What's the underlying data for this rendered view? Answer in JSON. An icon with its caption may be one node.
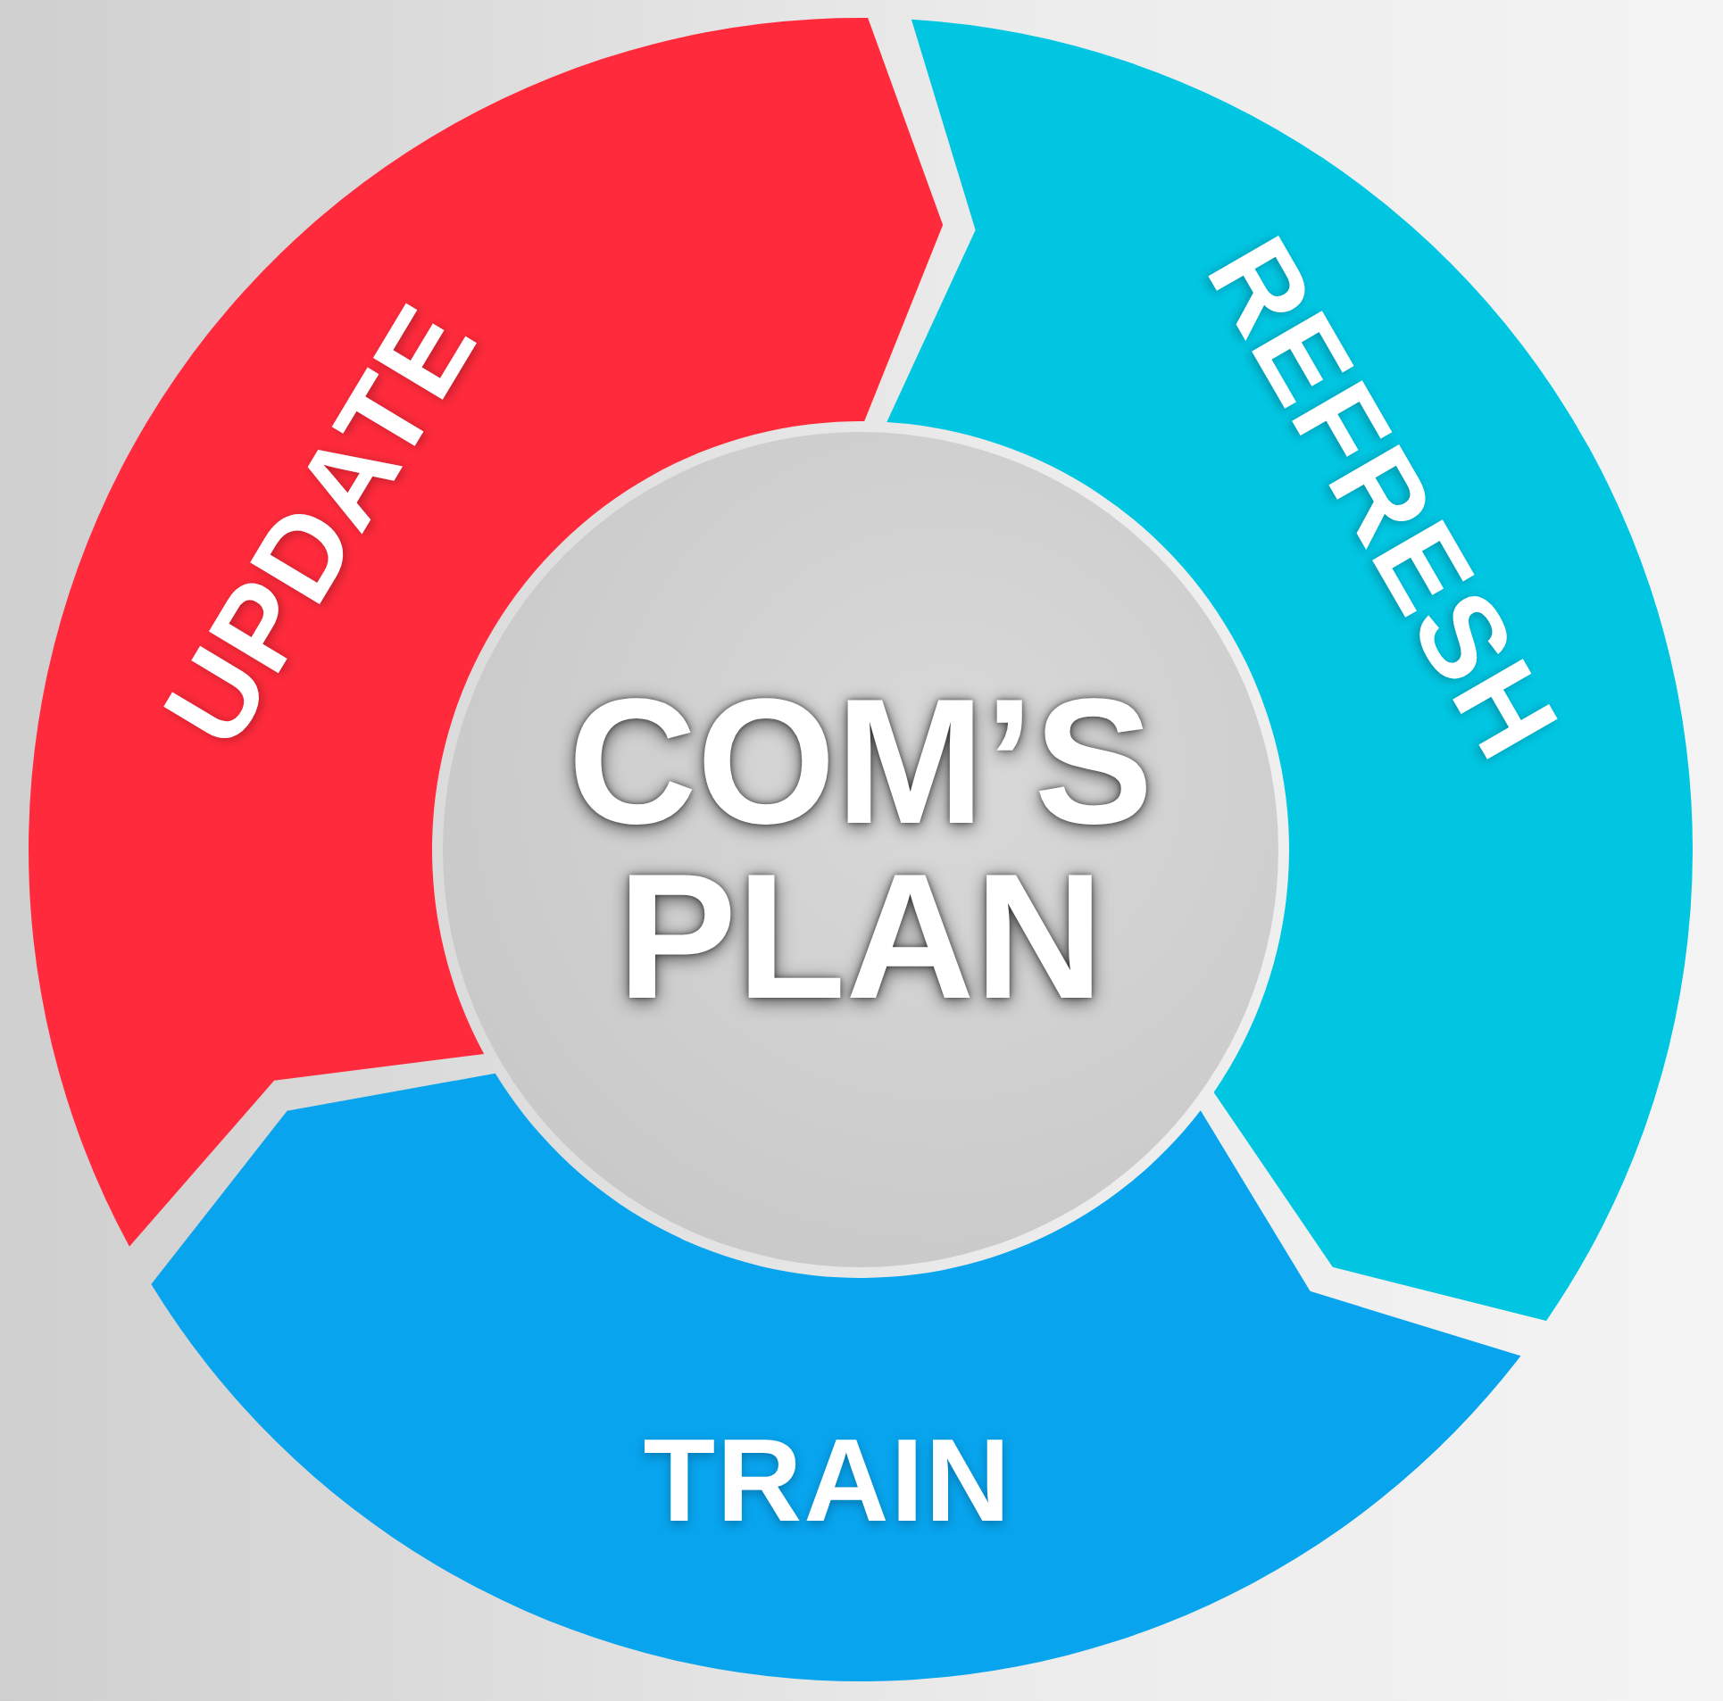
{
  "diagram": {
    "nodes": [
      {
        "text": [
          "COM’S PLAN"
        ]
      },
      {
        "text": [
          "UPDATE"
        ]
      },
      {
        "text": [
          "REFRESH"
        ]
      },
      {
        "text": [
          "TRAIN"
        ]
      }
    ]
  }
}
